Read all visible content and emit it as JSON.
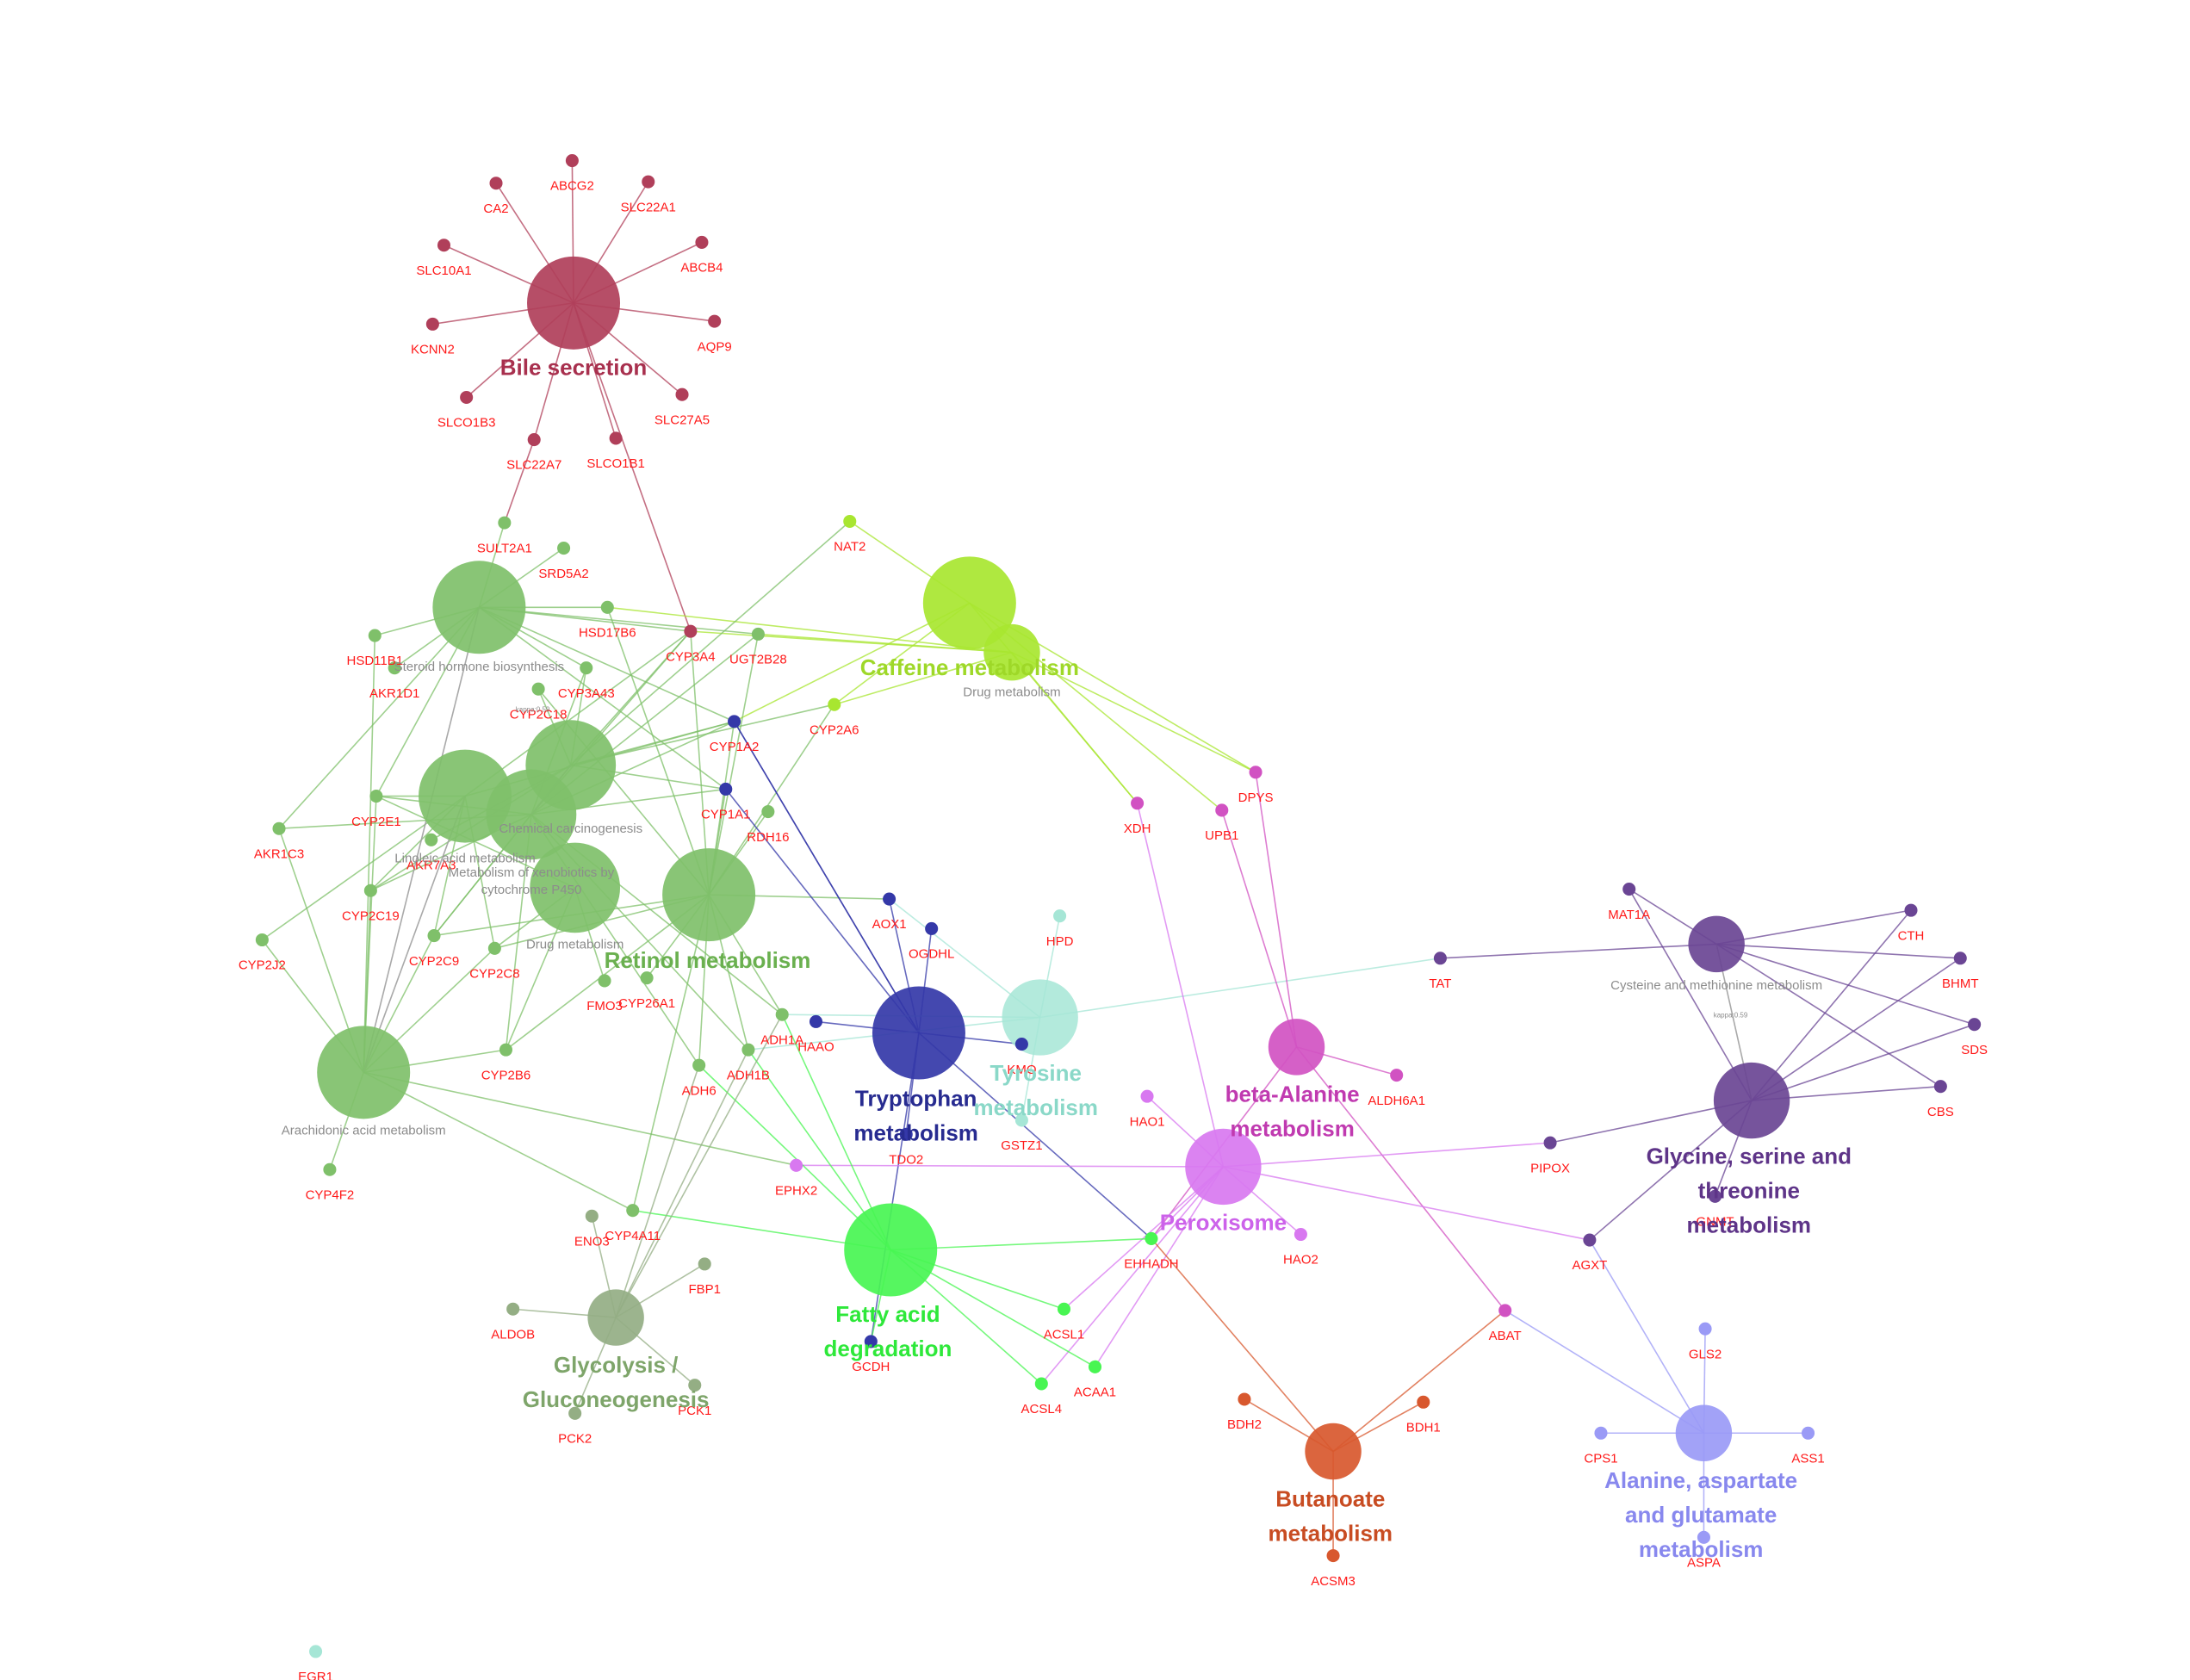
{
  "colors": {
    "gene_label": "#ff1a1a",
    "small_term_label": "#8c8c8c",
    "edge_heavy": "#a0a0a0"
  },
  "terms": [
    {
      "id": "bile",
      "label": "Bile secretion",
      "color": "#b03f5a",
      "label_color": "#a8304e",
      "style": "big"
    },
    {
      "id": "steroid",
      "label": "Steroid hormone biosynthesis",
      "color": "#7fc06a",
      "style": "small"
    },
    {
      "id": "caffeine",
      "label": "Caffeine metabolism",
      "color": "#a8e630",
      "label_color": "#9ed828",
      "style": "big"
    },
    {
      "id": "drugmet",
      "label": "Drug metabolism",
      "color": "#a8e630",
      "style": "small"
    },
    {
      "id": "chemcarc",
      "label": "Chemical carcinogenesis",
      "color": "#7fc06a",
      "style": "small"
    },
    {
      "id": "linoleic",
      "label": "Linoleic acid metabolism",
      "color": "#7fc06a",
      "style": "small"
    },
    {
      "id": "xeno",
      "label": "Metabolism of xenobiotics by cytochrome P450",
      "color": "#7fc06a",
      "style": "small"
    },
    {
      "id": "drugmet2",
      "label": "Drug metabolism",
      "color": "#7fc06a",
      "style": "small"
    },
    {
      "id": "retinol",
      "label": "Retinol metabolism",
      "color": "#7fc06a",
      "label_color": "#6ab04f",
      "style": "big"
    },
    {
      "id": "arach",
      "label": "Arachidonic acid metabolism",
      "color": "#7fc06a",
      "style": "small"
    },
    {
      "id": "trp",
      "label": "Tryptophan metabolism",
      "color": "#3438a8",
      "label_color": "#272b90",
      "style": "big"
    },
    {
      "id": "tyr",
      "label": "Tyrosine metabolism",
      "color": "#a6e6d6",
      "label_color": "#8ad8c8",
      "style": "big"
    },
    {
      "id": "bala",
      "label": "beta-Alanine metabolism",
      "color": "#d152c2",
      "label_color": "#c03ab0",
      "style": "big"
    },
    {
      "id": "perox",
      "label": "Peroxisome",
      "color": "#d878f0",
      "label_color": "#cc62ea",
      "style": "big"
    },
    {
      "id": "fatty",
      "label": "Fatty acid degradation",
      "color": "#48f552",
      "label_color": "#2ee83a",
      "style": "big"
    },
    {
      "id": "glyco",
      "label": "Glycolysis / Gluconeogenesis",
      "color": "#94ae84",
      "label_color": "#7ea56a",
      "style": "big"
    },
    {
      "id": "cys",
      "label": "Cysteine and methionine metabolism",
      "color": "#6a4594",
      "style": "small"
    },
    {
      "id": "gly",
      "label": "Glycine, serine and threonine metabolism",
      "color": "#6a4594",
      "label_color": "#5e3488",
      "style": "big"
    },
    {
      "id": "buta",
      "label": "Butanoate metabolism",
      "color": "#d8582e",
      "label_color": "#c84c22",
      "style": "big"
    },
    {
      "id": "alan",
      "label": "Alanine, aspartate and glutamate metabolism",
      "color": "#9a9af6",
      "label_color": "#8888ee",
      "style": "big"
    }
  ],
  "genes": [
    {
      "id": "ABCG2",
      "label": "ABCG2",
      "color": "#b03f5a"
    },
    {
      "id": "CA2",
      "label": "CA2",
      "color": "#b03f5a"
    },
    {
      "id": "SLC22A1",
      "label": "SLC22A1",
      "color": "#b03f5a"
    },
    {
      "id": "ABCB4",
      "label": "ABCB4",
      "color": "#b03f5a"
    },
    {
      "id": "SLC10A1",
      "label": "SLC10A1",
      "color": "#b03f5a"
    },
    {
      "id": "AQP9",
      "label": "AQP9",
      "color": "#b03f5a"
    },
    {
      "id": "KCNN2",
      "label": "KCNN2",
      "color": "#b03f5a"
    },
    {
      "id": "SLC27A5",
      "label": "SLC27A5",
      "color": "#b03f5a"
    },
    {
      "id": "SLCO1B3",
      "label": "SLCO1B3",
      "color": "#b03f5a"
    },
    {
      "id": "SLC22A7",
      "label": "SLC22A7",
      "color": "#b03f5a"
    },
    {
      "id": "SLCO1B1",
      "label": "SLCO1B1",
      "color": "#b03f5a"
    },
    {
      "id": "SULT2A1",
      "label": "SULT2A1",
      "color": "#7fc06a"
    },
    {
      "id": "SRD5A2",
      "label": "SRD5A2",
      "color": "#7fc06a"
    },
    {
      "id": "NAT2",
      "label": "NAT2",
      "color": "#a8e630"
    },
    {
      "id": "HSD17B6",
      "label": "HSD17B6",
      "color": "#7fc06a"
    },
    {
      "id": "HSD11B1",
      "label": "HSD11B1",
      "color": "#7fc06a"
    },
    {
      "id": "CYP3A4",
      "label": "CYP3A4",
      "color": "#b03f5a"
    },
    {
      "id": "UGT2B28",
      "label": "UGT2B28",
      "color": "#7fc06a"
    },
    {
      "id": "AKR1D1",
      "label": "AKR1D1",
      "color": "#7fc06a"
    },
    {
      "id": "CYP3A43",
      "label": "CYP3A43",
      "color": "#7fc06a"
    },
    {
      "id": "CYP2C18",
      "label": "CYP2C18",
      "color": "#7fc06a"
    },
    {
      "id": "CYP1A2",
      "label": "CYP1A2",
      "color": "#3438a8"
    },
    {
      "id": "CYP2A6",
      "label": "CYP2A6",
      "color": "#a8e630"
    },
    {
      "id": "DPYS",
      "label": "DPYS",
      "color": "#d152c2"
    },
    {
      "id": "CYP1A1",
      "label": "CYP1A1",
      "color": "#3438a8"
    },
    {
      "id": "XDH",
      "label": "XDH",
      "color": "#d152c2"
    },
    {
      "id": "UPB1",
      "label": "UPB1",
      "color": "#d152c2"
    },
    {
      "id": "CYP2E1",
      "label": "CYP2E1",
      "color": "#7fc06a"
    },
    {
      "id": "AKR1C3",
      "label": "AKR1C3",
      "color": "#7fc06a"
    },
    {
      "id": "RDH16",
      "label": "RDH16",
      "color": "#7fc06a"
    },
    {
      "id": "AKR7A3",
      "label": "AKR7A3",
      "color": "#7fc06a"
    },
    {
      "id": "AOX1",
      "label": "AOX1",
      "color": "#3438a8"
    },
    {
      "id": "CYP2C19",
      "label": "CYP2C19",
      "color": "#7fc06a"
    },
    {
      "id": "OGDHL",
      "label": "OGDHL",
      "color": "#3438a8"
    },
    {
      "id": "HPD",
      "label": "HPD",
      "color": "#a6e6d6"
    },
    {
      "id": "MAT1A",
      "label": "MAT1A",
      "color": "#6a4594"
    },
    {
      "id": "CTH",
      "label": "CTH",
      "color": "#6a4594"
    },
    {
      "id": "CYP2J2",
      "label": "CYP2J2",
      "color": "#7fc06a"
    },
    {
      "id": "CYP2C9",
      "label": "CYP2C9",
      "color": "#7fc06a"
    },
    {
      "id": "CYP2C8",
      "label": "CYP2C8",
      "color": "#7fc06a"
    },
    {
      "id": "TAT",
      "label": "TAT",
      "color": "#6a4594"
    },
    {
      "id": "BHMT",
      "label": "BHMT",
      "color": "#6a4594"
    },
    {
      "id": "FMO3",
      "label": "FMO3",
      "color": "#7fc06a"
    },
    {
      "id": "CYP26A1",
      "label": "CYP26A1",
      "color": "#7fc06a"
    },
    {
      "id": "ADH1A",
      "label": "ADH1A",
      "color": "#7fc06a"
    },
    {
      "id": "HAAO",
      "label": "HAAO",
      "color": "#3438a8"
    },
    {
      "id": "SDS",
      "label": "SDS",
      "color": "#6a4594"
    },
    {
      "id": "CYP2B6",
      "label": "CYP2B6",
      "color": "#7fc06a"
    },
    {
      "id": "ADH1B",
      "label": "ADH1B",
      "color": "#7fc06a"
    },
    {
      "id": "KMO",
      "label": "KMO",
      "color": "#3438a8"
    },
    {
      "id": "ADH6",
      "label": "ADH6",
      "color": "#7fc06a"
    },
    {
      "id": "ALDH6A1",
      "label": "ALDH6A1",
      "color": "#d152c2"
    },
    {
      "id": "HAO1",
      "label": "HAO1",
      "color": "#d878f0"
    },
    {
      "id": "CBS",
      "label": "CBS",
      "color": "#6a4594"
    },
    {
      "id": "GSTZ1",
      "label": "GSTZ1",
      "color": "#a6e6d6"
    },
    {
      "id": "PIPOX",
      "label": "PIPOX",
      "color": "#6a4594"
    },
    {
      "id": "TDO2",
      "label": "TDO2",
      "color": "#3438a8"
    },
    {
      "id": "CYP4F2",
      "label": "CYP4F2",
      "color": "#7fc06a"
    },
    {
      "id": "EPHX2",
      "label": "EPHX2",
      "color": "#d878f0"
    },
    {
      "id": "GNMT",
      "label": "GNMT",
      "color": "#6a4594"
    },
    {
      "id": "CYP4A11",
      "label": "CYP4A11",
      "color": "#7fc06a"
    },
    {
      "id": "ENO3",
      "label": "ENO3",
      "color": "#94ae84"
    },
    {
      "id": "EHHADH",
      "label": "EHHADH",
      "color": "#48f552"
    },
    {
      "id": "HAO2",
      "label": "HAO2",
      "color": "#d878f0"
    },
    {
      "id": "AGXT",
      "label": "AGXT",
      "color": "#6a4594"
    },
    {
      "id": "FBP1",
      "label": "FBP1",
      "color": "#94ae84"
    },
    {
      "id": "ALDOB",
      "label": "ALDOB",
      "color": "#94ae84"
    },
    {
      "id": "ACSL1",
      "label": "ACSL1",
      "color": "#48f552"
    },
    {
      "id": "ABAT",
      "label": "ABAT",
      "color": "#d152c2"
    },
    {
      "id": "GCDH",
      "label": "GCDH",
      "color": "#3438a8"
    },
    {
      "id": "GLS2",
      "label": "GLS2",
      "color": "#9a9af6"
    },
    {
      "id": "ACAA1",
      "label": "ACAA1",
      "color": "#48f552"
    },
    {
      "id": "PCK1",
      "label": "PCK1",
      "color": "#94ae84"
    },
    {
      "id": "ACSL4",
      "label": "ACSL4",
      "color": "#48f552"
    },
    {
      "id": "BDH2",
      "label": "BDH2",
      "color": "#d8582e"
    },
    {
      "id": "BDH1",
      "label": "BDH1",
      "color": "#d8582e"
    },
    {
      "id": "PCK2",
      "label": "PCK2",
      "color": "#94ae84"
    },
    {
      "id": "CPS1",
      "label": "CPS1",
      "color": "#9a9af6"
    },
    {
      "id": "ASS1",
      "label": "ASS1",
      "color": "#9a9af6"
    },
    {
      "id": "ASPA",
      "label": "ASPA",
      "color": "#9a9af6"
    },
    {
      "id": "ACSM3",
      "label": "ACSM3",
      "color": "#d8582e"
    },
    {
      "id": "EGR1",
      "label": "EGR1",
      "color": "#a6e6d6"
    }
  ],
  "kappa_labels": [
    "kappa:0.59",
    "kappa:0.59"
  ],
  "edges": [
    [
      "bile",
      "ABCG2"
    ],
    [
      "bile",
      "CA2"
    ],
    [
      "bile",
      "SLC22A1"
    ],
    [
      "bile",
      "ABCB4"
    ],
    [
      "bile",
      "SLC10A1"
    ],
    [
      "bile",
      "AQP9"
    ],
    [
      "bile",
      "KCNN2"
    ],
    [
      "bile",
      "SLC27A5"
    ],
    [
      "bile",
      "SLCO1B3"
    ],
    [
      "bile",
      "SLC22A7"
    ],
    [
      "bile",
      "SLCO1B1"
    ],
    [
      "bile",
      "CYP3A4"
    ],
    [
      "SLC22A7",
      "SULT2A1"
    ],
    [
      "steroid",
      "SULT2A1"
    ],
    [
      "steroid",
      "SRD5A2"
    ],
    [
      "steroid",
      "HSD17B6"
    ],
    [
      "steroid",
      "HSD11B1"
    ],
    [
      "steroid",
      "AKR1D1"
    ],
    [
      "steroid",
      "CYP3A4"
    ],
    [
      "steroid",
      "UGT2B28"
    ],
    [
      "steroid",
      "CYP1A2"
    ],
    [
      "steroid",
      "CYP1A1"
    ],
    [
      "steroid",
      "CYP2E1"
    ],
    [
      "steroid",
      "AKR1C3"
    ],
    [
      "steroid",
      "CYP3A43"
    ],
    [
      "caffeine",
      "NAT2"
    ],
    [
      "caffeine",
      "CYP1A2"
    ],
    [
      "caffeine",
      "CYP2A6"
    ],
    [
      "caffeine",
      "XDH"
    ],
    [
      "caffeine",
      "UPB1"
    ],
    [
      "caffeine",
      "DPYS"
    ],
    [
      "drugmet",
      "CYP3A4"
    ],
    [
      "drugmet",
      "UGT2B28"
    ],
    [
      "drugmet",
      "HSD17B6"
    ],
    [
      "drugmet",
      "CYP2A6"
    ],
    [
      "drugmet",
      "XDH"
    ],
    [
      "drugmet",
      "DPYS"
    ],
    [
      "chemcarc",
      "CYP3A4"
    ],
    [
      "chemcarc",
      "CYP1A2"
    ],
    [
      "chemcarc",
      "CYP1A1"
    ],
    [
      "chemcarc",
      "CYP2C18"
    ],
    [
      "chemcarc",
      "CYP3A43"
    ],
    [
      "chemcarc",
      "NAT2"
    ],
    [
      "chemcarc",
      "CYP2A6"
    ],
    [
      "chemcarc",
      "AKR7A3"
    ],
    [
      "chemcarc",
      "CYP2C9"
    ],
    [
      "chemcarc",
      "CYP2C19"
    ],
    [
      "linoleic",
      "CYP3A4"
    ],
    [
      "linoleic",
      "CYP1A2"
    ],
    [
      "linoleic",
      "CYP2E1"
    ],
    [
      "linoleic",
      "CYP2C9"
    ],
    [
      "linoleic",
      "CYP2C8"
    ],
    [
      "linoleic",
      "CYP2C19"
    ],
    [
      "linoleic",
      "CYP2J2"
    ],
    [
      "xeno",
      "CYP1A1"
    ],
    [
      "xeno",
      "CYP1A2"
    ],
    [
      "xeno",
      "CYP2E1"
    ],
    [
      "xeno",
      "AKR1C3"
    ],
    [
      "xeno",
      "CYP2C9"
    ],
    [
      "xeno",
      "CYP2C19"
    ],
    [
      "xeno",
      "CYP3A4"
    ],
    [
      "xeno",
      "UGT2B28"
    ],
    [
      "xeno",
      "ADH1A"
    ],
    [
      "xeno",
      "ADH1B"
    ],
    [
      "xeno",
      "ADH6"
    ],
    [
      "xeno",
      "CYP2B6"
    ],
    [
      "xeno",
      "CYP3A43"
    ],
    [
      "drugmet2",
      "FMO3"
    ],
    [
      "drugmet2",
      "CYP2C8"
    ],
    [
      "drugmet2",
      "CYP2B6"
    ],
    [
      "drugmet2",
      "CYP2E1"
    ],
    [
      "retinol",
      "CYP1A2"
    ],
    [
      "retinol",
      "CYP1A1"
    ],
    [
      "retinol",
      "CYP3A4"
    ],
    [
      "retinol",
      "UGT2B28"
    ],
    [
      "retinol",
      "RDH16"
    ],
    [
      "retinol",
      "AOX1"
    ],
    [
      "retinol",
      "CYP26A1"
    ],
    [
      "retinol",
      "ADH1A"
    ],
    [
      "retinol",
      "ADH1B"
    ],
    [
      "retinol",
      "ADH6"
    ],
    [
      "retinol",
      "CYP2C9"
    ],
    [
      "retinol",
      "CYP2C8"
    ],
    [
      "retinol",
      "CYP2C18"
    ],
    [
      "retinol",
      "CYP2A6"
    ],
    [
      "retinol",
      "CYP2B6"
    ],
    [
      "retinol",
      "HSD17B6"
    ],
    [
      "retinol",
      "CYP4A11"
    ],
    [
      "arach",
      "CYP2E1"
    ],
    [
      "arach",
      "CYP2J2"
    ],
    [
      "arach",
      "CYP2C9"
    ],
    [
      "arach",
      "CYP2C8"
    ],
    [
      "arach",
      "CYP2C19"
    ],
    [
      "arach",
      "CYP4F2"
    ],
    [
      "arach",
      "CYP4A11"
    ],
    [
      "arach",
      "EPHX2"
    ],
    [
      "arach",
      "AKR1C3"
    ],
    [
      "arach",
      "CYP2B6"
    ],
    [
      "arach",
      "HSD11B1"
    ],
    [
      "trp",
      "CYP1A2"
    ],
    [
      "trp",
      "CYP1A1"
    ],
    [
      "trp",
      "AOX1"
    ],
    [
      "trp",
      "OGDHL"
    ],
    [
      "trp",
      "HAAO"
    ],
    [
      "trp",
      "KMO"
    ],
    [
      "trp",
      "TDO2"
    ],
    [
      "trp",
      "EHHADH"
    ],
    [
      "trp",
      "GCDH"
    ],
    [
      "trp",
      "CYP1A2"
    ],
    [
      "tyr",
      "HPD"
    ],
    [
      "tyr",
      "TAT"
    ],
    [
      "tyr",
      "AOX1"
    ],
    [
      "tyr",
      "GSTZ1"
    ],
    [
      "tyr",
      "ADH1A"
    ],
    [
      "tyr",
      "ADH1B"
    ],
    [
      "bala",
      "DPYS"
    ],
    [
      "bala",
      "UPB1"
    ],
    [
      "bala",
      "ALDH6A1"
    ],
    [
      "bala",
      "ABAT"
    ],
    [
      "bala",
      "EHHADH"
    ],
    [
      "perox",
      "XDH"
    ],
    [
      "perox",
      "HAO1"
    ],
    [
      "perox",
      "HAO2"
    ],
    [
      "perox",
      "PIPOX"
    ],
    [
      "perox",
      "AGXT"
    ],
    [
      "perox",
      "EPHX2"
    ],
    [
      "perox",
      "EHHADH"
    ],
    [
      "perox",
      "ACSL1"
    ],
    [
      "perox",
      "ACSL4"
    ],
    [
      "perox",
      "ACAA1"
    ],
    [
      "fatty",
      "ADH1A"
    ],
    [
      "fatty",
      "ADH1B"
    ],
    [
      "fatty",
      "ADH6"
    ],
    [
      "fatty",
      "CYP4A11"
    ],
    [
      "fatty",
      "EHHADH"
    ],
    [
      "fatty",
      "ACSL1"
    ],
    [
      "fatty",
      "ACSL4"
    ],
    [
      "fatty",
      "ACAA1"
    ],
    [
      "fatty",
      "GCDH"
    ],
    [
      "glyco",
      "ENO3"
    ],
    [
      "glyco",
      "FBP1"
    ],
    [
      "glyco",
      "ALDOB"
    ],
    [
      "glyco",
      "PCK1"
    ],
    [
      "glyco",
      "PCK2"
    ],
    [
      "glyco",
      "ADH1A"
    ],
    [
      "glyco",
      "ADH1B"
    ],
    [
      "glyco",
      "ADH6"
    ],
    [
      "cys",
      "MAT1A"
    ],
    [
      "cys",
      "CTH"
    ],
    [
      "cys",
      "BHMT"
    ],
    [
      "cys",
      "SDS"
    ],
    [
      "cys",
      "CBS"
    ],
    [
      "cys",
      "TAT"
    ],
    [
      "gly",
      "MAT1A"
    ],
    [
      "gly",
      "CTH"
    ],
    [
      "gly",
      "BHMT"
    ],
    [
      "gly",
      "SDS"
    ],
    [
      "gly",
      "CBS"
    ],
    [
      "gly",
      "PIPOX"
    ],
    [
      "gly",
      "GNMT"
    ],
    [
      "gly",
      "AGXT"
    ],
    [
      "buta",
      "EHHADH"
    ],
    [
      "buta",
      "ABAT"
    ],
    [
      "buta",
      "BDH2"
    ],
    [
      "buta",
      "BDH1"
    ],
    [
      "buta",
      "ACSM3"
    ],
    [
      "alan",
      "AGXT"
    ],
    [
      "alan",
      "ABAT"
    ],
    [
      "alan",
      "GLS2"
    ],
    [
      "alan",
      "CPS1"
    ],
    [
      "alan",
      "ASS1"
    ],
    [
      "alan",
      "ASPA"
    ]
  ],
  "heavy_edges": [
    [
      "cys",
      "gly"
    ],
    [
      "steroid",
      "arach"
    ],
    [
      "chemcarc",
      "xeno"
    ],
    [
      "arach",
      "linoleic"
    ]
  ]
}
